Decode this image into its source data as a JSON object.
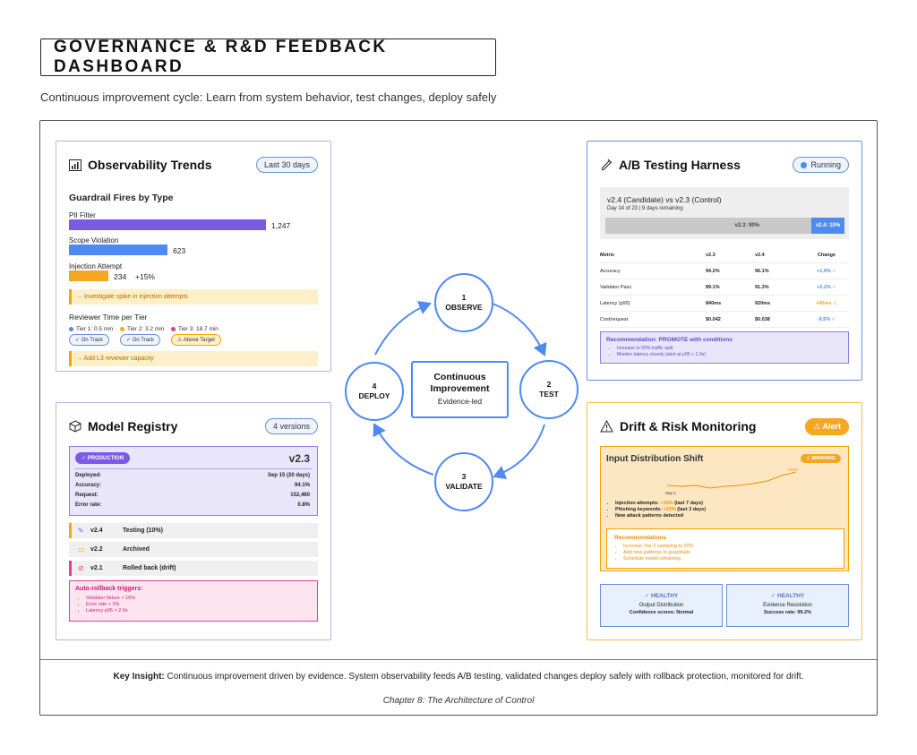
{
  "header": {
    "title": "GOVERNANCE & R&D FEEDBACK DASHBOARD",
    "subtitle": "Continuous improvement cycle: Learn from system behavior, test changes, deploy safely"
  },
  "observability": {
    "title": "Observability Trends",
    "period": "Last 30 days",
    "section_title": "Guardrail Fires by Type",
    "bars": [
      {
        "label": "PII Filter",
        "value": "1,247",
        "extra": "",
        "color": "#7a5be6",
        "fraction": 1.0
      },
      {
        "label": "Scope Violation",
        "value": "623",
        "extra": "",
        "color": "#4f8af0",
        "fraction": 0.5
      },
      {
        "label": "Injection Attempt",
        "value": "234",
        "extra": "+15%",
        "color": "#f5a623",
        "fraction": 0.2
      }
    ],
    "note1": "→ Investigate spike in injection attempts",
    "reviewer_title": "Reviewer Time per Tier",
    "tiers": [
      {
        "label": "Tier 1: 0.5 min",
        "status": "✓ On Track",
        "color": "#4f8af0"
      },
      {
        "label": "Tier 2: 3.2 min",
        "status": "✓ On Track",
        "color": "#f5a623"
      },
      {
        "label": "Tier 3: 18.7 min",
        "status": "⚠ Above Target",
        "color": "#e63b8f"
      }
    ],
    "note2": "→ Add L3 reviewer capacity"
  },
  "registry": {
    "title": "Model Registry",
    "count": "4 versions",
    "production_badge": "✓ PRODUCTION",
    "production_version": "v2.3",
    "production_rows": [
      {
        "k": "Deployed:",
        "v": "Sep 15 (20 days)"
      },
      {
        "k": "Accuracy:",
        "v": "94.1%"
      },
      {
        "k": "Request:",
        "v": "152,460"
      },
      {
        "k": "Error rate:",
        "v": "0.8%"
      }
    ],
    "versions": [
      {
        "icon": "✎",
        "version": "v2.4",
        "status": "Testing (10%)",
        "color": "#f5a623"
      },
      {
        "icon": "▭",
        "version": "v2.2",
        "status": "Archived",
        "color": "#efefef"
      },
      {
        "icon": "⊘",
        "version": "v2.1",
        "status": "Rolled back (drift)",
        "color": "#e63b8f"
      }
    ],
    "rollback_title": "Auto-rollback triggers:",
    "rollback_items": [
      "Validator failure > 10%",
      "Error rate > 2%",
      "Latency p95 > 2.0s"
    ]
  },
  "abtest": {
    "title": "A/B Testing Harness",
    "status": "Running",
    "comparison": "v2.4 (Candidate) vs v2.3 (Control)",
    "progress": "Day 14 of 23  |  9 days remaining",
    "split_a": "v2.3: 90%",
    "split_b": "v2.4: 10%",
    "columns": [
      "Metric",
      "v2.3",
      "v2.4",
      "Change"
    ],
    "rows": [
      {
        "metric": "Accuracy",
        "a": "94.2%",
        "b": "96.1%",
        "change": "+1.9% ✓",
        "color": "#4f8af0"
      },
      {
        "metric": "Validator Pass",
        "a": "89.1%",
        "b": "91.3%",
        "change": "+2.2% ✓",
        "color": "#4f8af0"
      },
      {
        "metric": "Latency (p95)",
        "a": "840ms",
        "b": "920ms",
        "change": "+80ms ⚠",
        "color": "#f5a623"
      },
      {
        "metric": "Cost/request",
        "a": "$0.042",
        "b": "$0.038",
        "change": "-9.5% ✓",
        "color": "#4f8af0"
      }
    ],
    "rec_title": "Recommendation: PROMOTE with conditions",
    "rec_items": [
      "Increase to 50% traffic split",
      "Monitor latency closely (alert at p95 > 1.0s)"
    ]
  },
  "drift": {
    "title": "Drift & Risk Monitoring",
    "alert": "⚠ Alert",
    "box_title": "Input Distribution Shift",
    "warning": "⚠ WARNING",
    "chart_label_start": "Sep 1",
    "chart_label_end": "+20%",
    "items": [
      {
        "label": "Injection attempts:",
        "value": "+15%",
        "suffix": "(last 7 days)"
      },
      {
        "label": "Phishing keywords:",
        "value": "+23%",
        "suffix": "(last 3 days)"
      },
      {
        "label": "New attack patterns detected",
        "value": "",
        "suffix": ""
      }
    ],
    "rec_title": "Recommendations",
    "rec_items": [
      "Increase Tier 2 sampling to 20%",
      "Add new patterns to guardrails",
      "Schedule model retraining"
    ],
    "healthy": [
      {
        "status": "✓ HEALTHY",
        "name": "Output Distribution",
        "detail": "Confidence scores: Normal"
      },
      {
        "status": "✓ HEALTHY",
        "name": "Evidence Resolution",
        "detail": "Success rate: 99.2%"
      }
    ]
  },
  "cycle": {
    "center_title": "Continuous Improvement",
    "center_sub": "Evidence-led",
    "nodes": [
      {
        "num": "1",
        "label": "OBSERVE"
      },
      {
        "num": "2",
        "label": "TEST"
      },
      {
        "num": "3",
        "label": "VALIDATE"
      },
      {
        "num": "4",
        "label": "DEPLOY"
      }
    ]
  },
  "footer": {
    "insight_label": "Key Insight:",
    "insight_text": "Continuous improvement driven by evidence. System observability feeds A/B testing, validated changes deploy safely with rollback protection, monitored for drift.",
    "chapter": "Chapter 8: The Architecture of Control"
  }
}
